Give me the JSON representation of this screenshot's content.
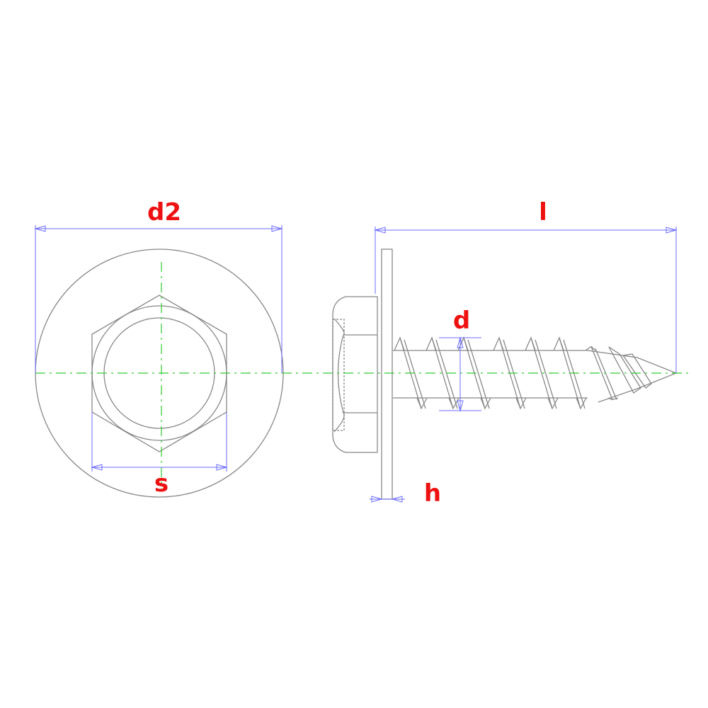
{
  "labels": {
    "d2": "d2",
    "s": "s",
    "l": "l",
    "d": "d",
    "h": "h"
  },
  "colors": {
    "outline": "#888888",
    "dimension": "#6b6bff",
    "centerline": "#33cc33",
    "label": "#ee1111"
  }
}
